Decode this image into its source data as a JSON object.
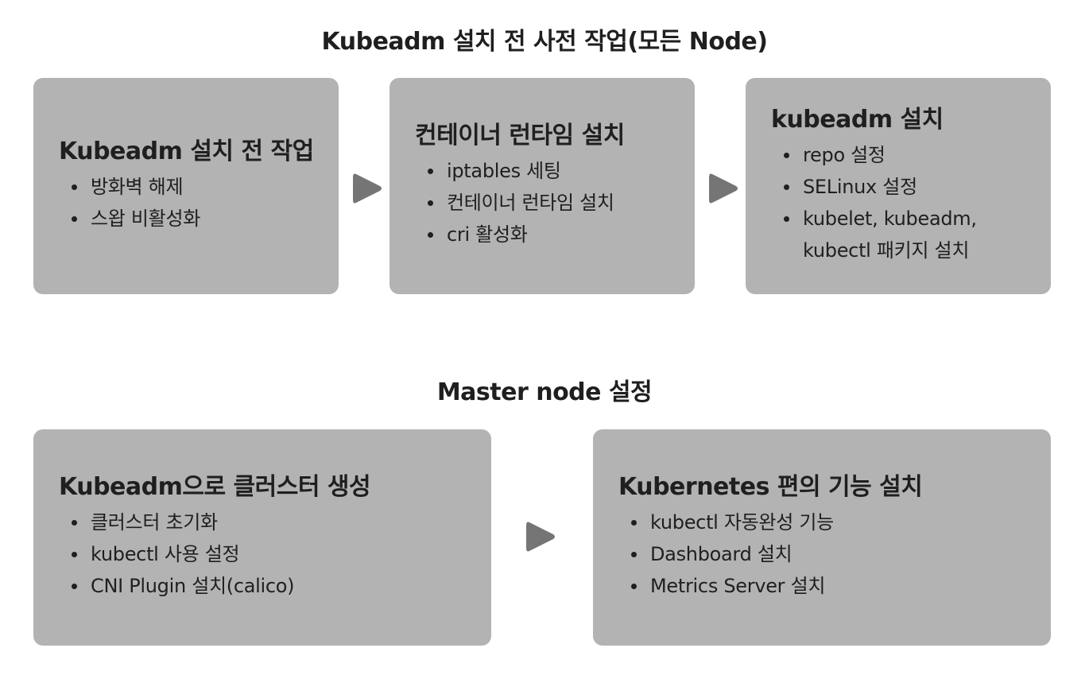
{
  "section1": {
    "title": "Kubeadm 설치 전 사전 작업(모든 Node)",
    "cards": [
      {
        "title": "Kubeadm 설치 전 작업",
        "items": [
          "방화벽 해제",
          "스왑 비활성화"
        ]
      },
      {
        "title": "컨테이너 런타임 설치",
        "items": [
          "iptables 세팅",
          "컨테이너 런타임 설치",
          "cri 활성화"
        ]
      },
      {
        "title": "kubeadm 설치",
        "items": [
          "repo 설정",
          "SELinux 설정",
          "kubelet, kubeadm,",
          "kubectl 패키지 설치"
        ]
      }
    ]
  },
  "section2": {
    "title": "Master node 설정",
    "cards": [
      {
        "title": "Kubeadm으로 클러스터 생성",
        "items": [
          "클러스터 초기화",
          "kubectl 사용 설정",
          "CNI Plugin 설치(calico)"
        ]
      },
      {
        "title": "Kubernetes 편의 기능 설치",
        "items": [
          "kubectl 자동완성 기능",
          "Dashboard 설치",
          "Metrics Server 설치"
        ]
      }
    ]
  },
  "colors": {
    "card_background": "#b3b3b3",
    "arrow": "#757575",
    "text": "#1f1f1f"
  },
  "icons": {
    "arrow": "triangle-right-arrow-icon"
  }
}
